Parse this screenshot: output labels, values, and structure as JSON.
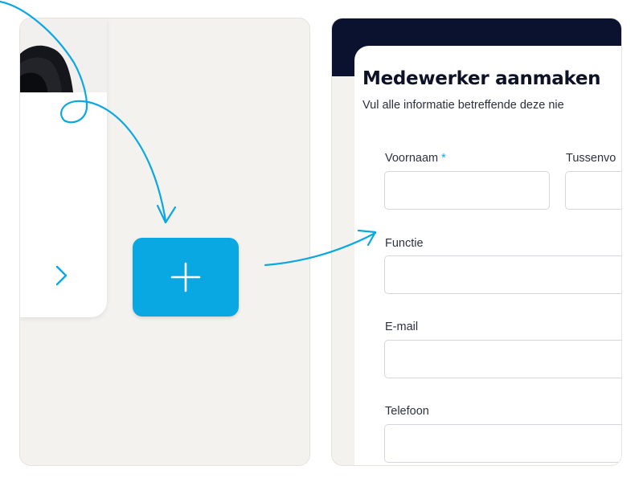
{
  "form": {
    "title": "Medewerker aanmaken",
    "subtitle": "Vul alle informatie betreffende deze nie",
    "fields": {
      "voornaam": {
        "label": "Voornaam",
        "required_mark": "*",
        "value": ""
      },
      "tussenvoegsel": {
        "label": "Tussenvo",
        "value": ""
      },
      "functie": {
        "label": "Functie",
        "value": ""
      },
      "email": {
        "label": "E-mail",
        "value": ""
      },
      "telefoon": {
        "label": "Telefoon",
        "value": ""
      }
    }
  },
  "icons": {
    "add": "plus-icon",
    "next": "chevron-right-icon",
    "arrow": "curved-arrow-icon"
  },
  "colors": {
    "accent": "#0aa8e2",
    "header_dark": "#0a1230",
    "panel_bg": "#f4f2ef",
    "title_text": "#0d1226"
  }
}
